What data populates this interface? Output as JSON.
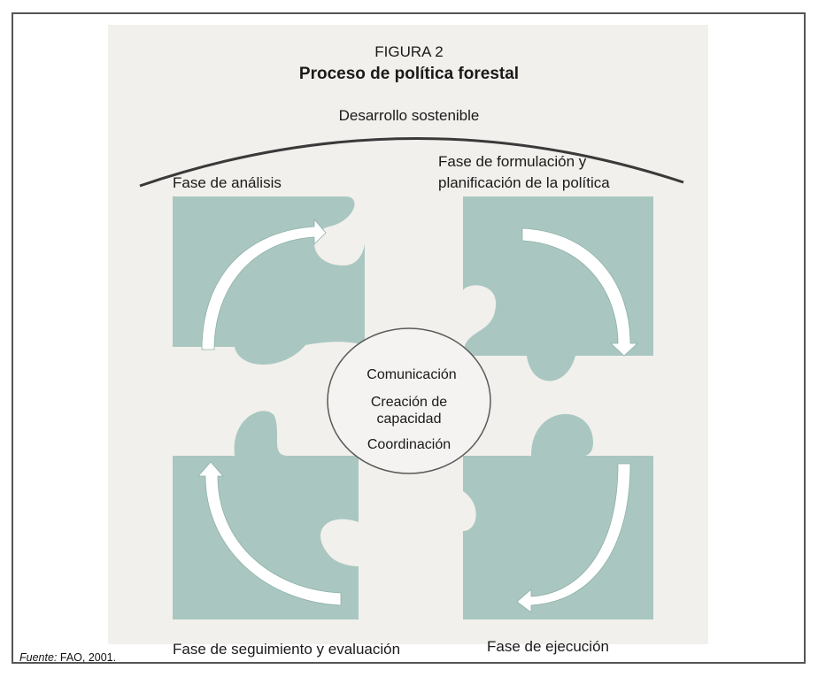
{
  "figure": {
    "number": "FIGURA 2",
    "title": "Proceso de política forestal"
  },
  "arc_label": "Desarrollo sostenible",
  "phases": {
    "top_left": "Fase de análisis",
    "top_right_line1": "Fase de formulación y",
    "top_right_line2": "planificación de la política",
    "bottom_left": "Fase de seguimiento y evaluación",
    "bottom_right": "Fase de ejecución"
  },
  "center": {
    "line1": "Comunicación",
    "line2": "Creación de",
    "line3": "capacidad",
    "line4": "Coordinación"
  },
  "source": {
    "label": "Fuente:",
    "text": "FAO, 2001."
  },
  "colors": {
    "puzzle_fill": "#a9c7c0",
    "panel_background": "#f2f0ec",
    "arrow_fill": "#ffffff"
  }
}
